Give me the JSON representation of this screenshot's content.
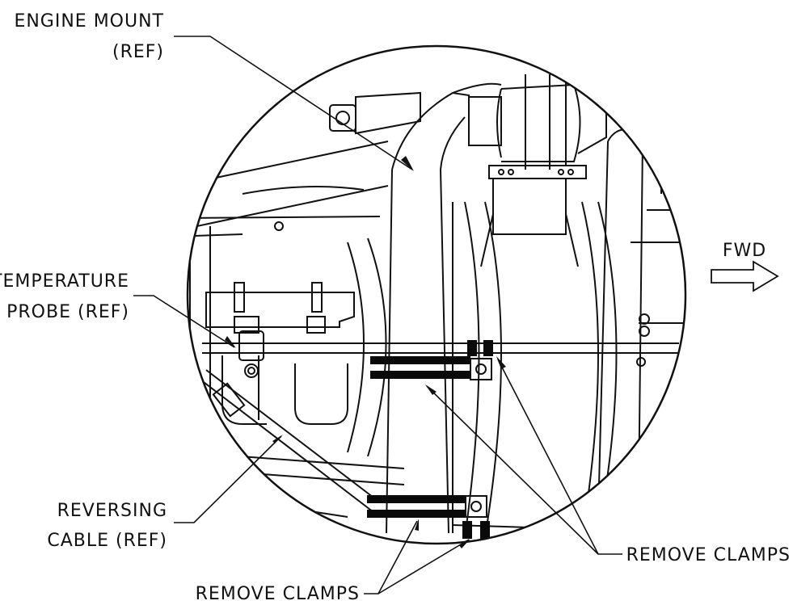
{
  "callouts": {
    "engine_mount_line1": "ENGINE MOUNT",
    "engine_mount_line2": "(REF)",
    "temperature_probe_line1": "TEMPERATURE",
    "temperature_probe_line2": "PROBE (REF)",
    "reversing_cable_line1": "REVERSING",
    "reversing_cable_line2": "CABLE (REF)",
    "remove_clamps_right": "REMOVE CLAMPS",
    "remove_clamps_bottom": "REMOVE CLAMPS",
    "fwd": "FWD"
  },
  "icons": {
    "forward_arrow": "fwd-arrow-icon"
  },
  "colors": {
    "ink": "#111111",
    "clamp": "#0a0a0a",
    "paper": "#ffffff"
  }
}
